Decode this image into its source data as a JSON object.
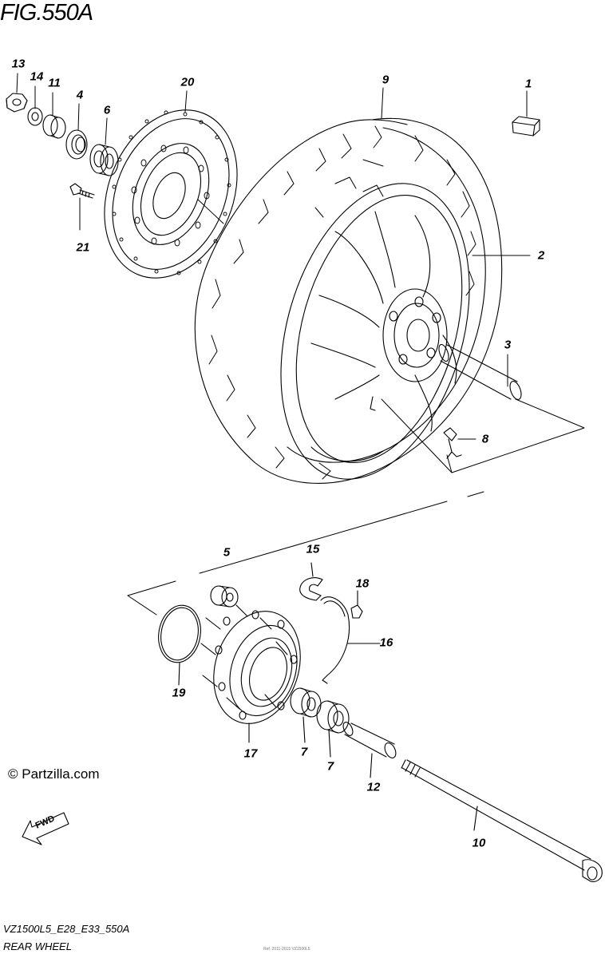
{
  "figure": {
    "title": "FIG.550A",
    "copyright": "© Partzilla.com",
    "fwd_label": "FWD",
    "model_code": "VZ1500L5_E28_E33_550A",
    "section_name": "REAR WHEEL",
    "small_note": "Ref. 2011-2015 VZ1500L5"
  },
  "callouts": {
    "c1": "1",
    "c2": "2",
    "c3": "3",
    "c4": "4",
    "c5": "5",
    "c6": "6",
    "c7a": "7",
    "c7b": "7",
    "c8": "8",
    "c9": "9",
    "c10": "10",
    "c11": "11",
    "c12": "12",
    "c13": "13",
    "c14": "14",
    "c15": "15",
    "c16": "16",
    "c17": "17",
    "c18": "18",
    "c19": "19",
    "c20": "20",
    "c21": "21"
  },
  "colors": {
    "line": "#000000",
    "background": "#ffffff"
  }
}
